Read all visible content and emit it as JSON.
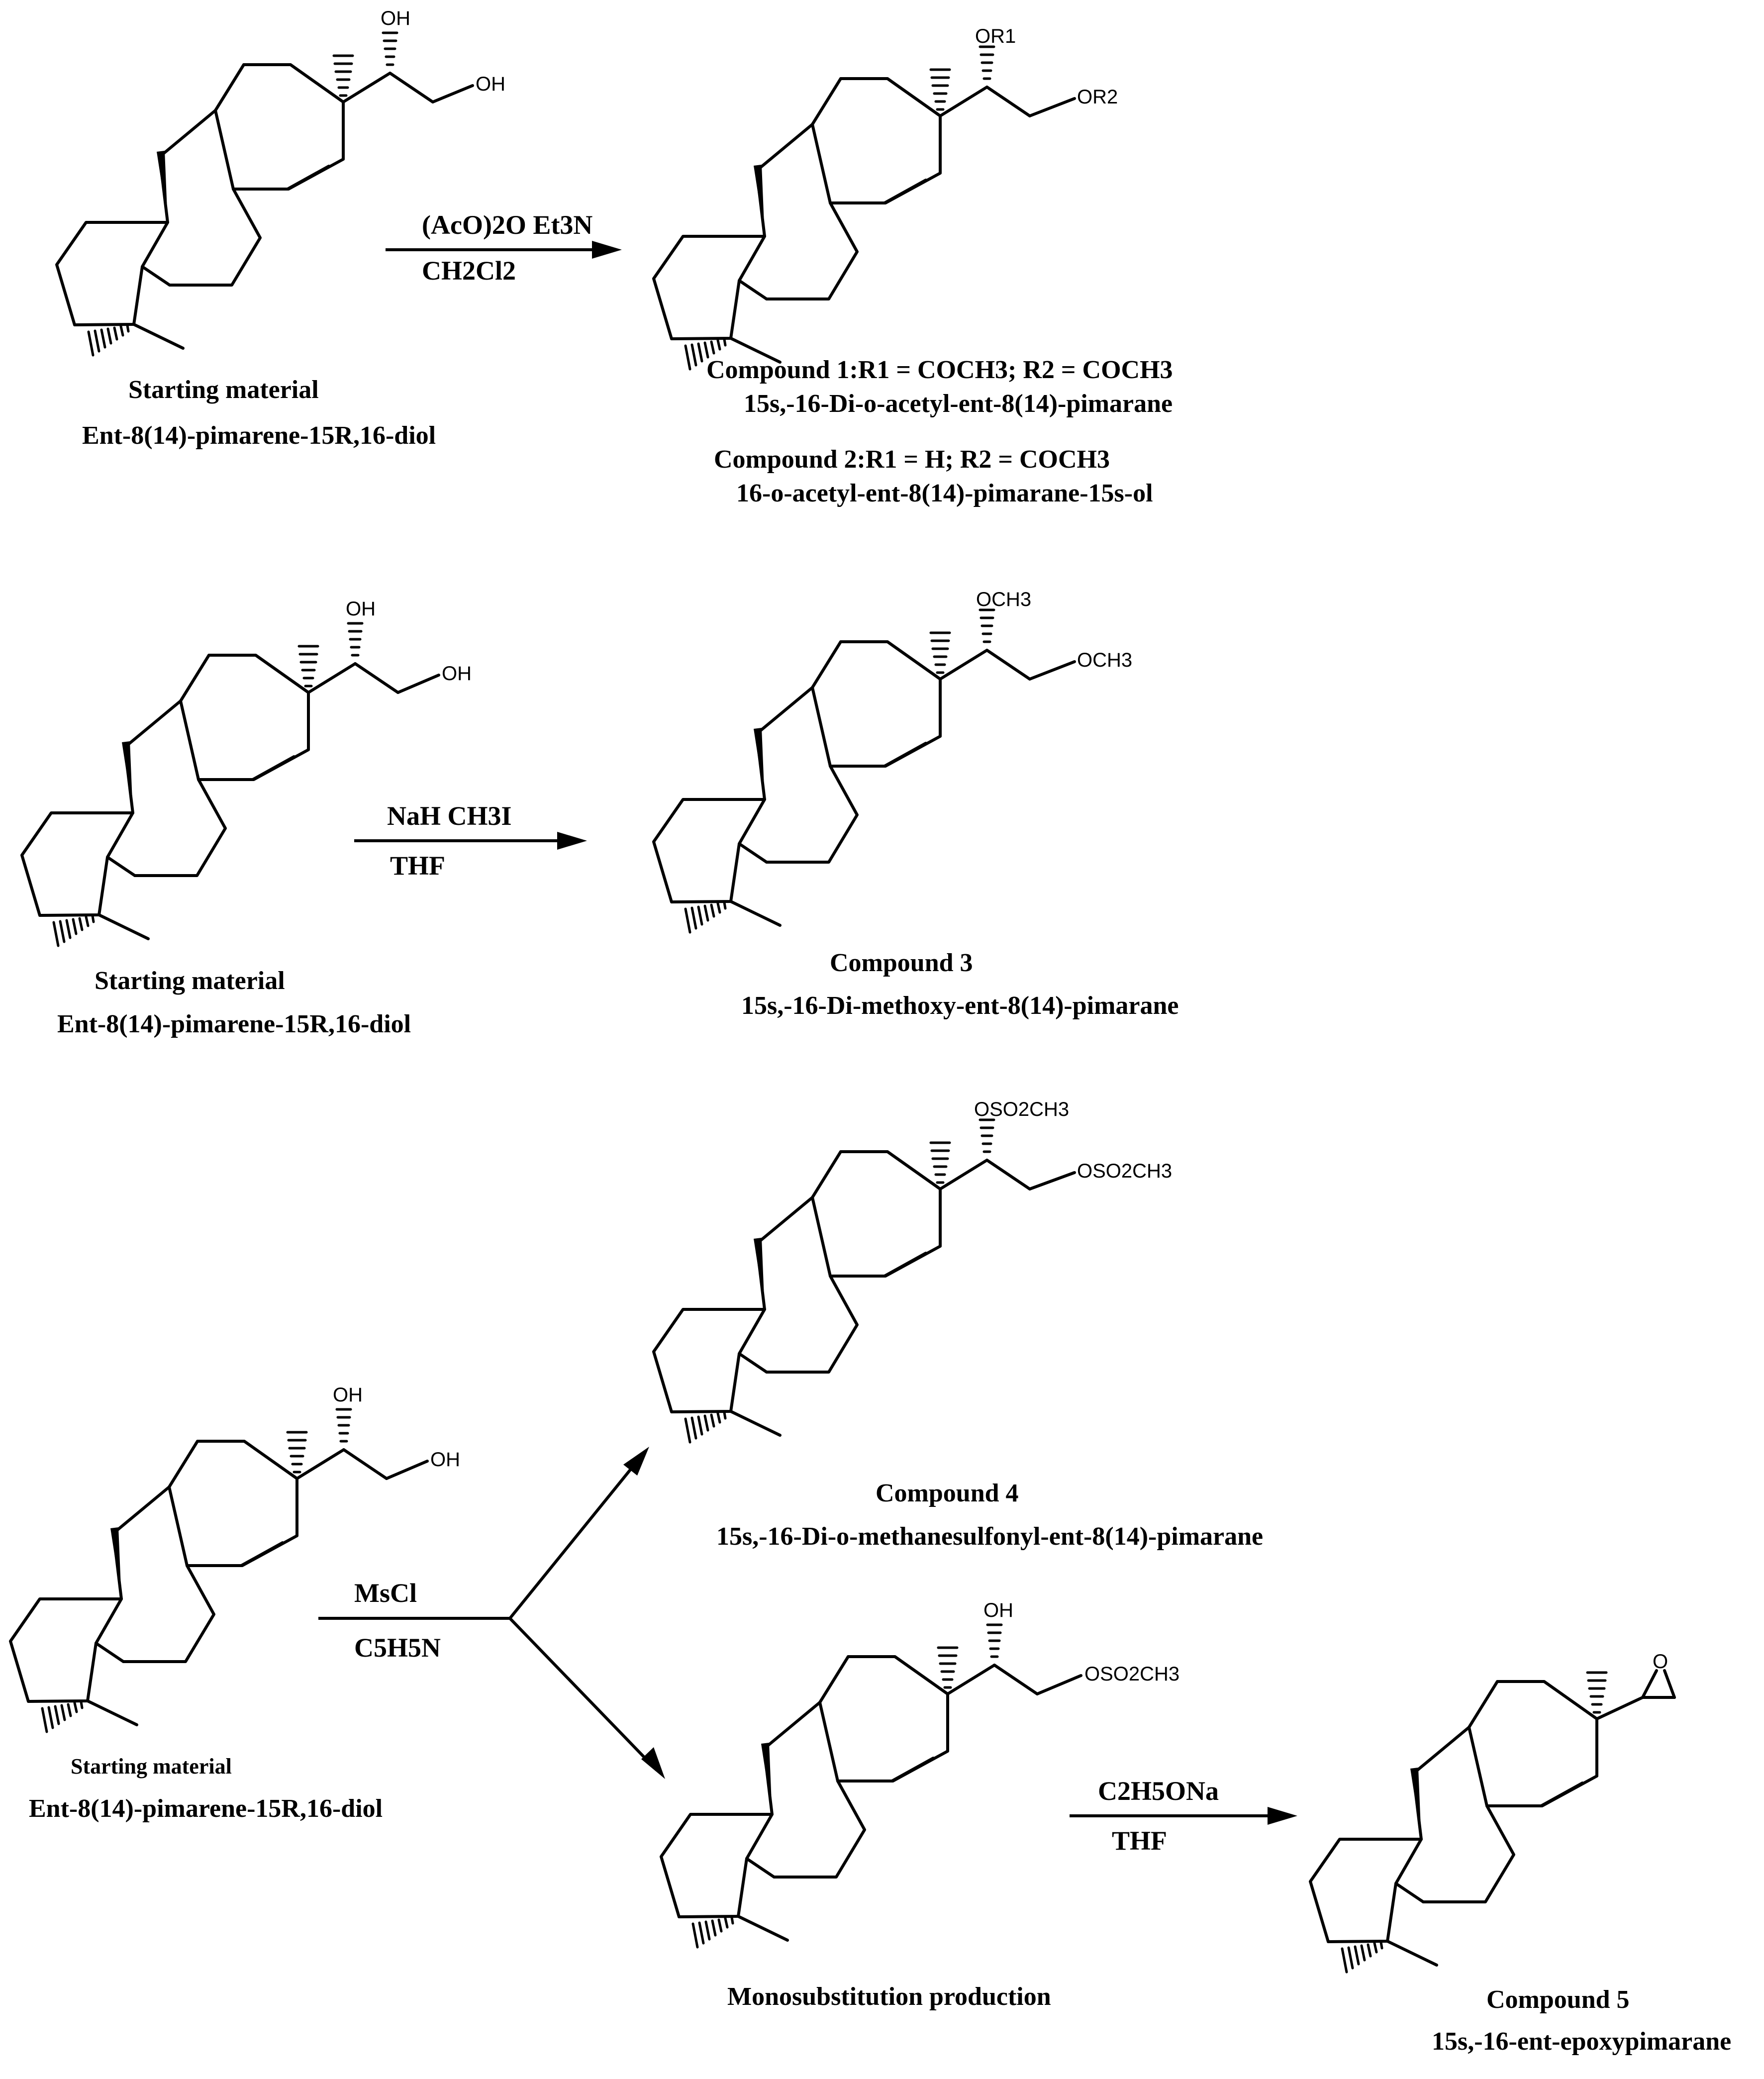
{
  "reactions": [
    {
      "start": {
        "caption": "Starting material",
        "name": "Ent-8(14)-pimarene-15R,16-diol",
        "oh1": "OH",
        "oh2": "OH"
      },
      "reagent_top": "(AcO)2O  Et3N",
      "reagent_bottom": "CH2Cl2",
      "product": {
        "sub1": "OR1",
        "sub2": "OR2",
        "caption_a": "Compound 1:R1 = COCH3; R2 = COCH3",
        "name_a": "15s,-16-Di-o-acetyl-ent-8(14)-pimarane",
        "caption_b": "Compound 2:R1 = H; R2 = COCH3",
        "name_b": "16-o-acetyl-ent-8(14)-pimarane-15s-ol"
      }
    },
    {
      "start": {
        "caption": "Starting material",
        "name": "Ent-8(14)-pimarene-15R,16-diol",
        "oh1": "OH",
        "oh2": "OH"
      },
      "reagent_top": "NaH CH3I",
      "reagent_bottom": "THF",
      "product": {
        "sub1": "OCH3",
        "sub2": "OCH3",
        "caption": "Compound 3",
        "name": "15s,-16-Di-methoxy-ent-8(14)-pimarane"
      }
    },
    {
      "start": {
        "caption": "Starting material",
        "name": "Ent-8(14)-pimarene-15R,16-diol",
        "oh1": "OH",
        "oh2": "OH"
      },
      "reagent_top": "MsCl",
      "reagent_bottom": "C5H5N",
      "product_upper": {
        "sub1": "OSO2CH3",
        "sub2": "OSO2CH3",
        "caption": "Compound 4",
        "name": "15s,-16-Di-o-methanesulfonyl-ent-8(14)-pimarane"
      },
      "product_lower": {
        "sub1": "OH",
        "sub2": "OSO2CH3",
        "caption": "Monosubstitution production"
      },
      "reagent2_top": "C2H5ONa",
      "reagent2_bottom": "THF",
      "final": {
        "epoxide_o": "O",
        "caption": "Compound 5",
        "name": "15s,-16-ent-epoxypimarane"
      }
    }
  ]
}
